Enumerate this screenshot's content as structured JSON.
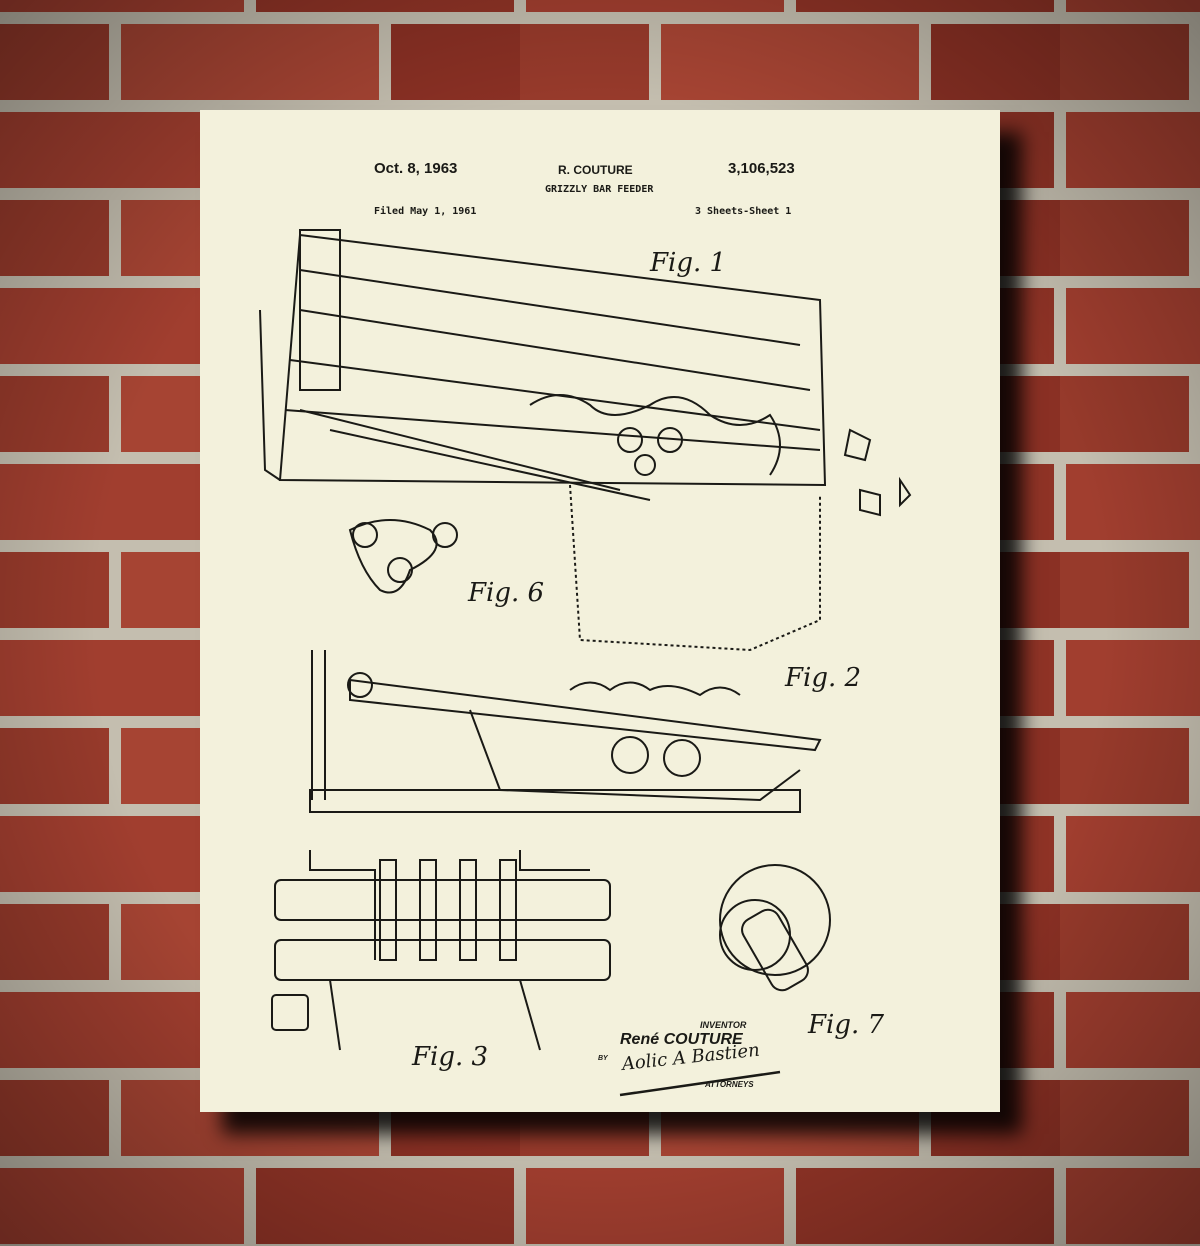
{
  "colors": {
    "brick": "#9a3a2c",
    "mortar": "#c4beaf",
    "paper": "#f3f1dc",
    "ink": "#1a1a16"
  },
  "patent": {
    "date": "Oct. 8, 1963",
    "inventor_header": "R. COUTURE",
    "number": "3,106,523",
    "title": "GRIZZLY BAR FEEDER",
    "filed": "Filed May 1, 1961",
    "sheets": "3 Sheets-Sheet 1"
  },
  "figures": [
    "Fig. 1",
    "Fig. 6",
    "Fig. 2",
    "Fig. 3",
    "Fig. 7"
  ],
  "signature": {
    "inventor_label": "INVENTOR",
    "inventor_name": "René COUTURE",
    "by": "BY",
    "signed": "Aolic A Bastien",
    "attorneys": "ATTORNEYS"
  }
}
